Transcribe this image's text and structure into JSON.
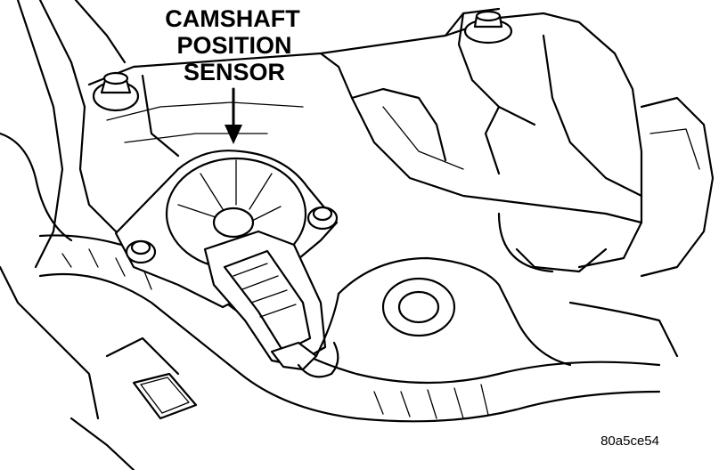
{
  "callout": {
    "label_lines": [
      "CAMSHAFT",
      "POSITION",
      "SENSOR"
    ]
  },
  "figure_code": "80a5ce54",
  "colors": {
    "ink": "#000000",
    "paper": "#ffffff"
  }
}
